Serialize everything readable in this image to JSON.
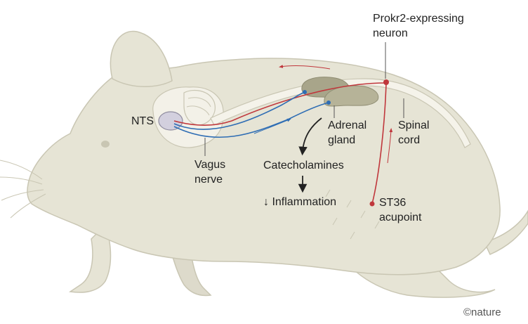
{
  "labels": {
    "prokr2_line1": "Prokr2-expressing",
    "prokr2_line2": "neuron",
    "nts": "NTS",
    "adrenal_line1": "Adrenal",
    "adrenal_line2": "gland",
    "spinal_line1": "Spinal",
    "spinal_line2": "cord",
    "vagus_line1": "Vagus",
    "vagus_line2": "nerve",
    "catecholamines": "Catecholamines",
    "inflammation": "↓ Inflammation",
    "st36_line1": "ST36",
    "st36_line2": "acupoint",
    "credit": "©nature"
  },
  "colors": {
    "mouse_fill": "#e6e4d5",
    "mouse_stroke": "#c9c6b3",
    "spinal_cord": "#f5f3ea",
    "nts_fill": "#d3d0de",
    "adrenal": "#a8a58a",
    "red_pathway": "#c0373c",
    "blue_pathway": "#2e6db4",
    "text": "#222222"
  },
  "icons": {
    "arrow": "down-arrow",
    "credit_symbol": "copyright"
  }
}
